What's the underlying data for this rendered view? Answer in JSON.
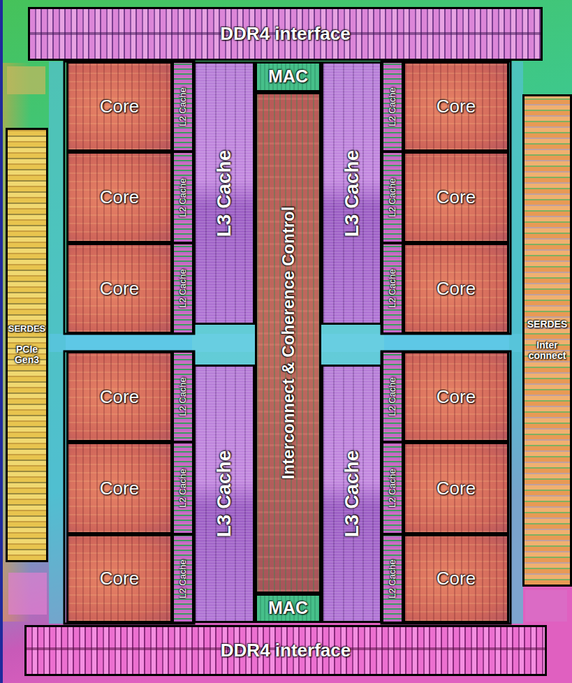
{
  "diagram": {
    "nodes": [
      {
        "text": [
          "DDR4 interface"
        ]
      },
      {
        "text": [
          "MAC"
        ]
      },
      {
        "text": [
          "Core"
        ]
      },
      {
        "text": [
          "L2 Cache"
        ]
      },
      {
        "text": [
          "L3 Cache"
        ]
      },
      {
        "text": [
          "Interconnect & Coherence Control"
        ]
      },
      {
        "text": [
          "L3 Cache"
        ]
      },
      {
        "text": [
          "L2 Cache"
        ]
      },
      {
        "text": [
          "Core"
        ]
      },
      {
        "text": [
          "Core"
        ]
      },
      {
        "text": [
          "L2 Cache"
        ]
      },
      {
        "text": [
          "L2 Cache"
        ]
      },
      {
        "text": [
          "Core"
        ]
      },
      {
        "text": [
          "SERDES",
          "PCIe Gen3"
        ]
      },
      {
        "text": [
          "Core"
        ]
      },
      {
        "text": [
          "L2 Cache"
        ]
      },
      {
        "text": [
          "L2 Cache"
        ]
      },
      {
        "text": [
          "Core"
        ]
      },
      {
        "text": [
          "SERDES",
          "Inter connect"
        ]
      },
      {
        "text": [
          "Core"
        ]
      },
      {
        "text": [
          "L2 Cache"
        ]
      },
      {
        "text": [
          "L3 Cache"
        ]
      },
      {
        "text": [
          "L3 Cache"
        ]
      },
      {
        "text": [
          "L2 Cache"
        ]
      },
      {
        "text": [
          "Core"
        ]
      },
      {
        "text": [
          "Core"
        ]
      },
      {
        "text": [
          "L2 Cache"
        ]
      },
      {
        "text": [
          "L2 Cache"
        ]
      },
      {
        "text": [
          "Core"
        ]
      },
      {
        "text": [
          "Core"
        ]
      },
      {
        "text": [
          "L2 Cache"
        ]
      },
      {
        "text": [
          "L2 Cache"
        ]
      },
      {
        "text": [
          "Core"
        ]
      },
      {
        "text": [
          "MAC"
        ]
      },
      {
        "text": [
          "DDR4 interface"
        ]
      }
    ]
  }
}
